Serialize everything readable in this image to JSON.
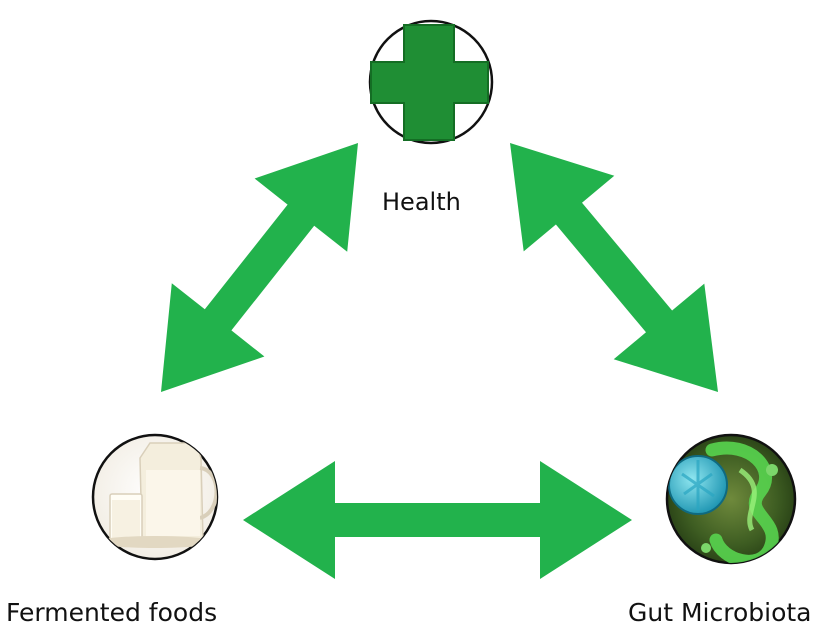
{
  "nodes": {
    "health": {
      "label": "Health",
      "icon": "medical-cross-icon"
    },
    "fermented_foods": {
      "label": "Fermented foods",
      "icon": "milk-jug-glass-icon"
    },
    "gut_microbiota": {
      "label": "Gut Microbiota",
      "icon": "gut-bacteria-icon"
    }
  },
  "edges": [
    {
      "from": "Health",
      "to": "Fermented foods",
      "direction": "bidirectional"
    },
    {
      "from": "Health",
      "to": "Gut Microbiota",
      "direction": "bidirectional"
    },
    {
      "from": "Fermented foods",
      "to": "Gut Microbiota",
      "direction": "bidirectional"
    }
  ],
  "colors": {
    "arrow": "#22b24c",
    "cross": "#1f8e34",
    "node_border": "#111111",
    "background": "#ffffff"
  }
}
